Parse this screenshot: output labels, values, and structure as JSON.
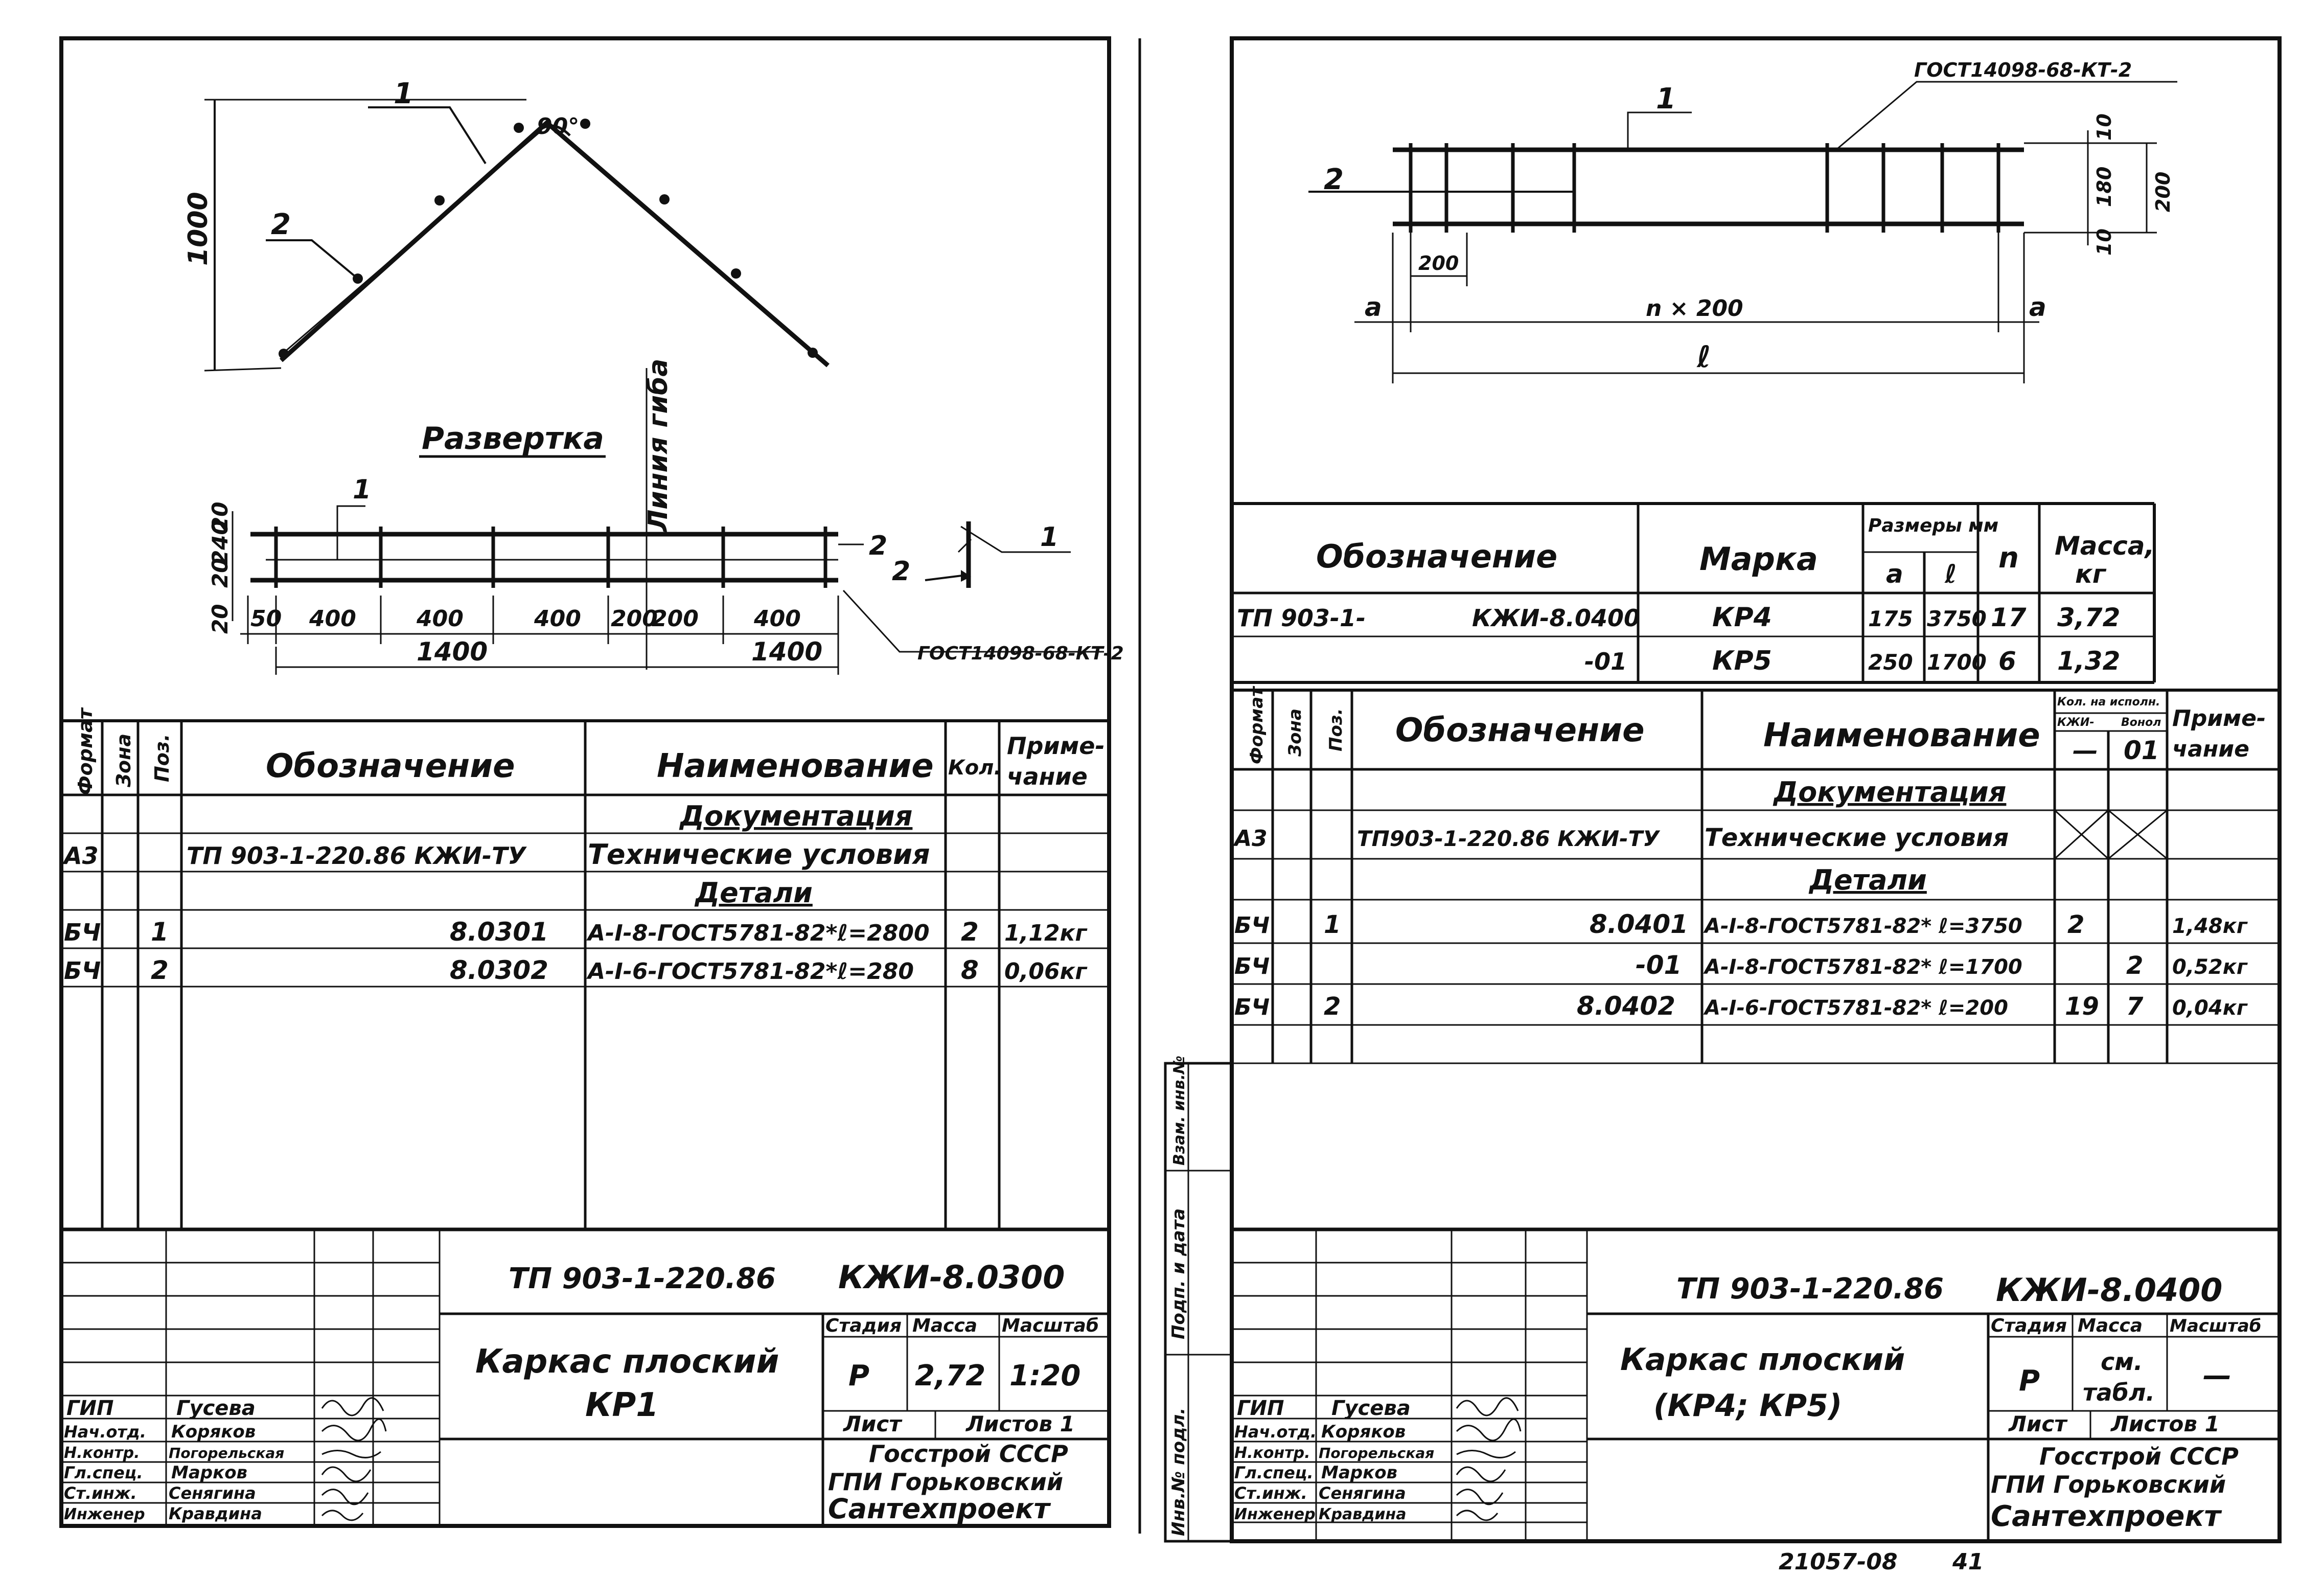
{
  "left_sheet": {
    "callout_1": "1",
    "callout_2": "2",
    "angle": "90°",
    "height_dim": "1000",
    "razvertka_title": "Развертка",
    "bend_line_label": "Линия гиба",
    "unf_callout_1": "1",
    "unf_callout_2": "2",
    "left_dims": [
      "20",
      "240",
      "20"
    ],
    "bottom_dim_20": "20",
    "spacing_dims": [
      "50",
      "400",
      "400",
      "400",
      "200",
      "200",
      "400"
    ],
    "total_dims": [
      "1400",
      "1400"
    ],
    "gost_weld": "ГОСТ14098-68-КТ-2",
    "weld_callout_1": "1",
    "weld_callout_2": "2",
    "spec_headers": [
      "Формат",
      "Зона",
      "Поз.",
      "Обозначение",
      "Наименование",
      "Кол.",
      "Приме-",
      "чание"
    ],
    "spec_rows": [
      {
        "format": "",
        "zone": "",
        "pos": "",
        "oboz": "",
        "name": "Документация",
        "qty": "",
        "note": ""
      },
      {
        "format": "А3",
        "zone": "",
        "pos": "",
        "oboz": "ТП 903-1-220.86     КЖИ-ТУ",
        "name": "Технические условия",
        "qty": "",
        "note": ""
      },
      {
        "format": "",
        "zone": "",
        "pos": "",
        "oboz": "",
        "name": "Детали",
        "qty": "",
        "note": ""
      },
      {
        "format": "БЧ",
        "zone": "",
        "pos": "1",
        "oboz": "8.0301",
        "name": "А-I-8-ГОСТ5781-82*ℓ=2800",
        "qty": "2",
        "note": "1,12кг"
      },
      {
        "format": "БЧ",
        "zone": "",
        "pos": "2",
        "oboz": "8.0302",
        "name": "А-I-6-ГОСТ5781-82*ℓ=280",
        "qty": "8",
        "note": "0,06кг"
      }
    ],
    "tb": {
      "code": "ТП 903-1-220.86",
      "doc": "КЖИ-8.0300",
      "title1": "Каркас плоский",
      "title2": "КР1",
      "stage_h": "Стадия",
      "mass_h": "Масса",
      "scale_h": "Масштаб",
      "stage": "Р",
      "mass": "2,72",
      "scale": "1:20",
      "sheet_h": "Лист",
      "sheets_h": "Листов 1",
      "org1": "Госстрой СССР",
      "org2": "ГПИ Горьковский",
      "org3": "Сантехпроект",
      "roles": [
        "ГИП",
        "Нач.отд.",
        "Н.контр.",
        "Гл.спец.",
        "Ст.инж.",
        "Инженер"
      ],
      "names": [
        "Гусева",
        "Коряков",
        "Погорельская",
        "Марков",
        "Сенягина",
        "Кравдина"
      ]
    }
  },
  "right_sheet": {
    "gost_weld": "ГОСТ14098-68-КТ-2",
    "callout_1": "1",
    "callout_2": "2",
    "dim_10a": "10",
    "dim_180": "180",
    "dim_10b": "10",
    "dim_200": "200",
    "dim_200_spacing": "200",
    "dim_a": "а",
    "dim_n200": "n × 200",
    "dim_a2": "а",
    "dim_l": "ℓ",
    "mark_headers": [
      "Обозначение",
      "Марка",
      "Размеры мм",
      "а",
      "ℓ",
      "n",
      "Масса,",
      "кг"
    ],
    "mark_rows": [
      {
        "oboz1": "ТП 903-1-",
        "oboz2": "КЖИ-8.0400",
        "mark": "КР4",
        "a": "175",
        "l": "3750",
        "n": "17",
        "mass": "3,72"
      },
      {
        "oboz1": "",
        "oboz2": "-01",
        "mark": "КР5",
        "a": "250",
        "l": "1700",
        "n": "6",
        "mass": "1,32"
      }
    ],
    "spec_headers": [
      "Формат",
      "Зона",
      "Поз.",
      "Обозначение",
      "Наименование",
      "Кол. на исполн.",
      "КЖИ-",
      "Вонол",
      "—",
      "01",
      "Приме-",
      "чание"
    ],
    "spec_rows": [
      {
        "format": "",
        "pos": "",
        "oboz": "",
        "name": "Документация",
        "q1": "",
        "q2": "",
        "note": ""
      },
      {
        "format": "А3",
        "pos": "",
        "oboz": "ТП903-1-220.86  КЖИ-ТУ",
        "name": "Технические условия",
        "q1": "",
        "q2": "",
        "note": ""
      },
      {
        "format": "",
        "pos": "",
        "oboz": "",
        "name": "Детали",
        "q1": "",
        "q2": "",
        "note": ""
      },
      {
        "format": "БЧ",
        "pos": "1",
        "oboz": "8.0401",
        "name": "А-I-8-ГОСТ5781-82* ℓ=3750",
        "q1": "2",
        "q2": "",
        "note": "1,48кг"
      },
      {
        "format": "БЧ",
        "pos": "",
        "oboz": "-01",
        "name": "А-I-8-ГОСТ5781-82* ℓ=1700",
        "q1": "",
        "q2": "2",
        "note": "0,52кг"
      },
      {
        "format": "БЧ",
        "pos": "2",
        "oboz": "8.0402",
        "name": "А-I-6-ГОСТ5781-82* ℓ=200",
        "q1": "19",
        "q2": "7",
        "note": "0,04кг"
      }
    ],
    "side_stamp": [
      "Инв.№ подл.",
      "Подп. и дата",
      "Взам. инв.№"
    ],
    "tb": {
      "code": "ТП 903-1-220.86",
      "doc": "КЖИ-8.0400",
      "title1": "Каркас плоский",
      "title2": "(КР4; КР5)",
      "stage_h": "Стадия",
      "mass_h": "Масса",
      "scale_h": "Масштаб",
      "stage": "Р",
      "mass1": "см.",
      "mass2": "табл.",
      "scale": "—",
      "sheet_h": "Лист",
      "sheets_h": "Листов 1",
      "org1": "Госстрой СССР",
      "org2": "ГПИ Горьковский",
      "org3": "Сантехпроект",
      "roles": [
        "ГИП",
        "Нач.отд.",
        "Н.контр.",
        "Гл.спец.",
        "Ст.инж.",
        "Инженер"
      ],
      "names": [
        "Гусева",
        "Коряков",
        "Погорельская",
        "Марков",
        "Сенягина",
        "Кравдина"
      ]
    }
  },
  "footer_code": "21057-08",
  "page_number": "41"
}
